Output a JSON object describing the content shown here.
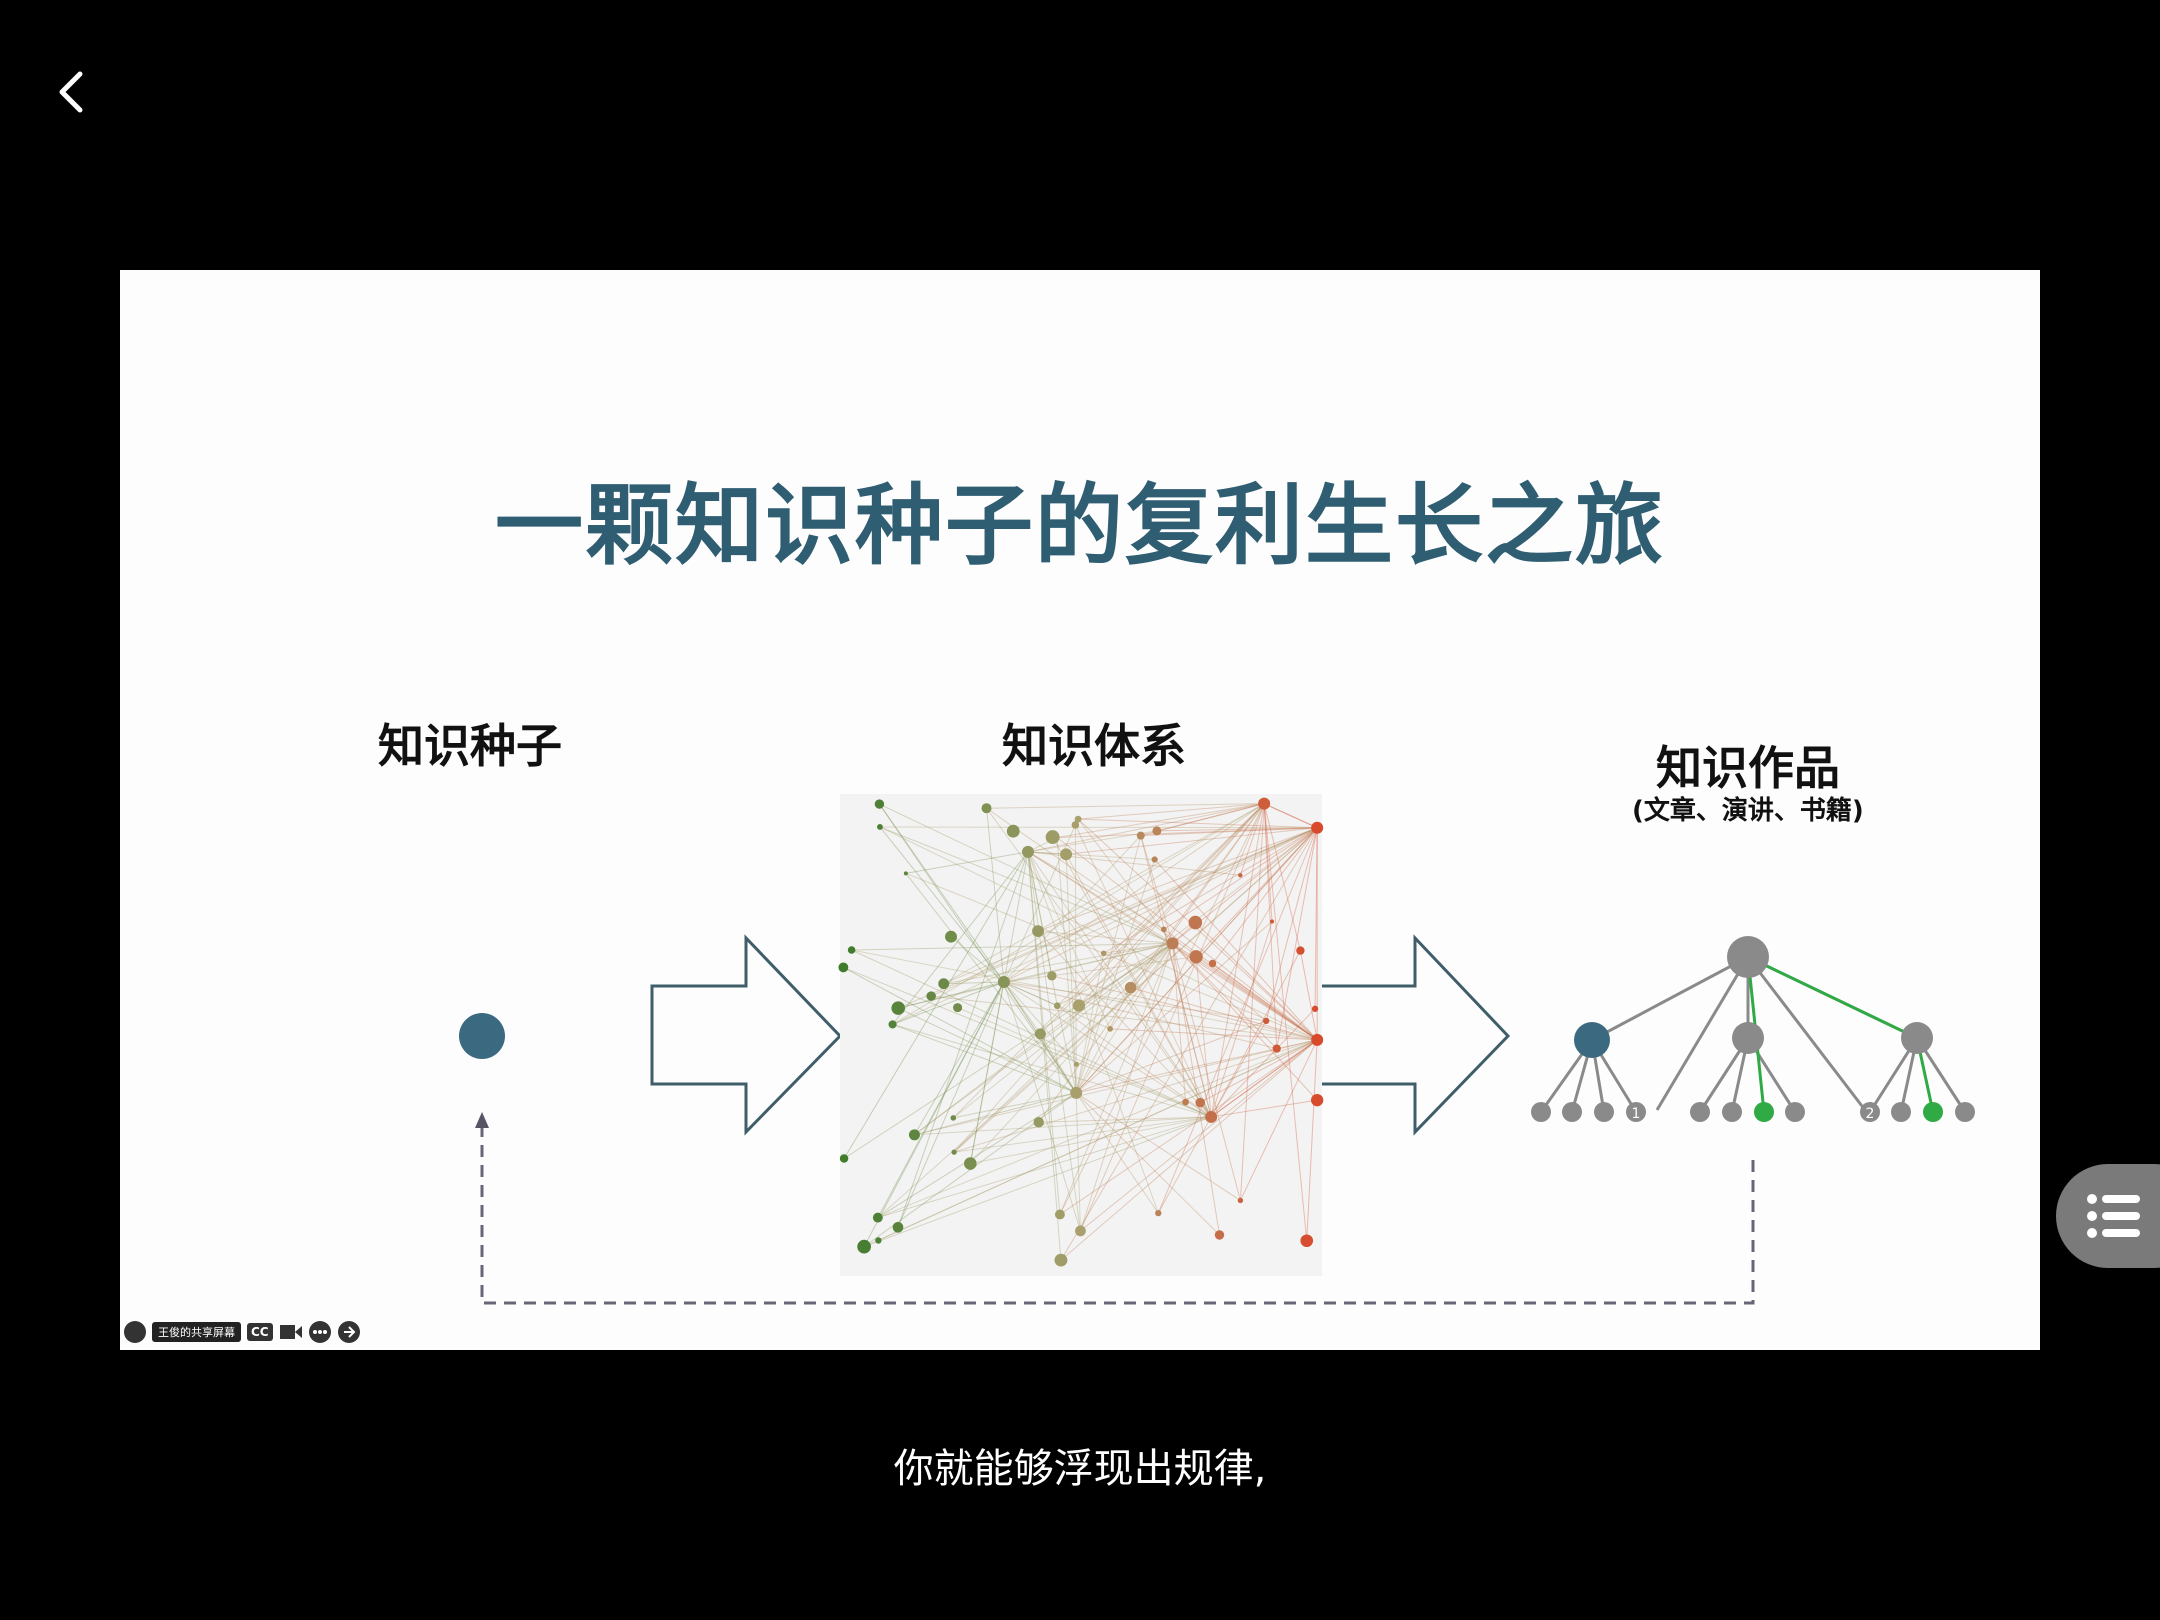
{
  "slide": {
    "title": "一颗知识种子的复利生长之旅",
    "stages": {
      "seed": "知识种子",
      "system": "知识体系",
      "works": "知识作品",
      "works_sub": "(文章、演讲、书籍)"
    },
    "tree_badges": [
      "1",
      "2"
    ]
  },
  "toolbar": {
    "share_label": "王俊的共享屏幕",
    "cc_label": "CC"
  },
  "caption": "你就能够浮现出规律,",
  "colors": {
    "title": "#2f5d72",
    "seed_node": "#3b6a80",
    "green_node": "#3d7a2a",
    "red_node": "#d9482b",
    "gray_node": "#8a8a8a",
    "highlight_green": "#2faa44"
  },
  "icons": {
    "back": "chevron-left-icon",
    "menu": "list-icon",
    "arrow": "block-arrow-right-icon"
  }
}
